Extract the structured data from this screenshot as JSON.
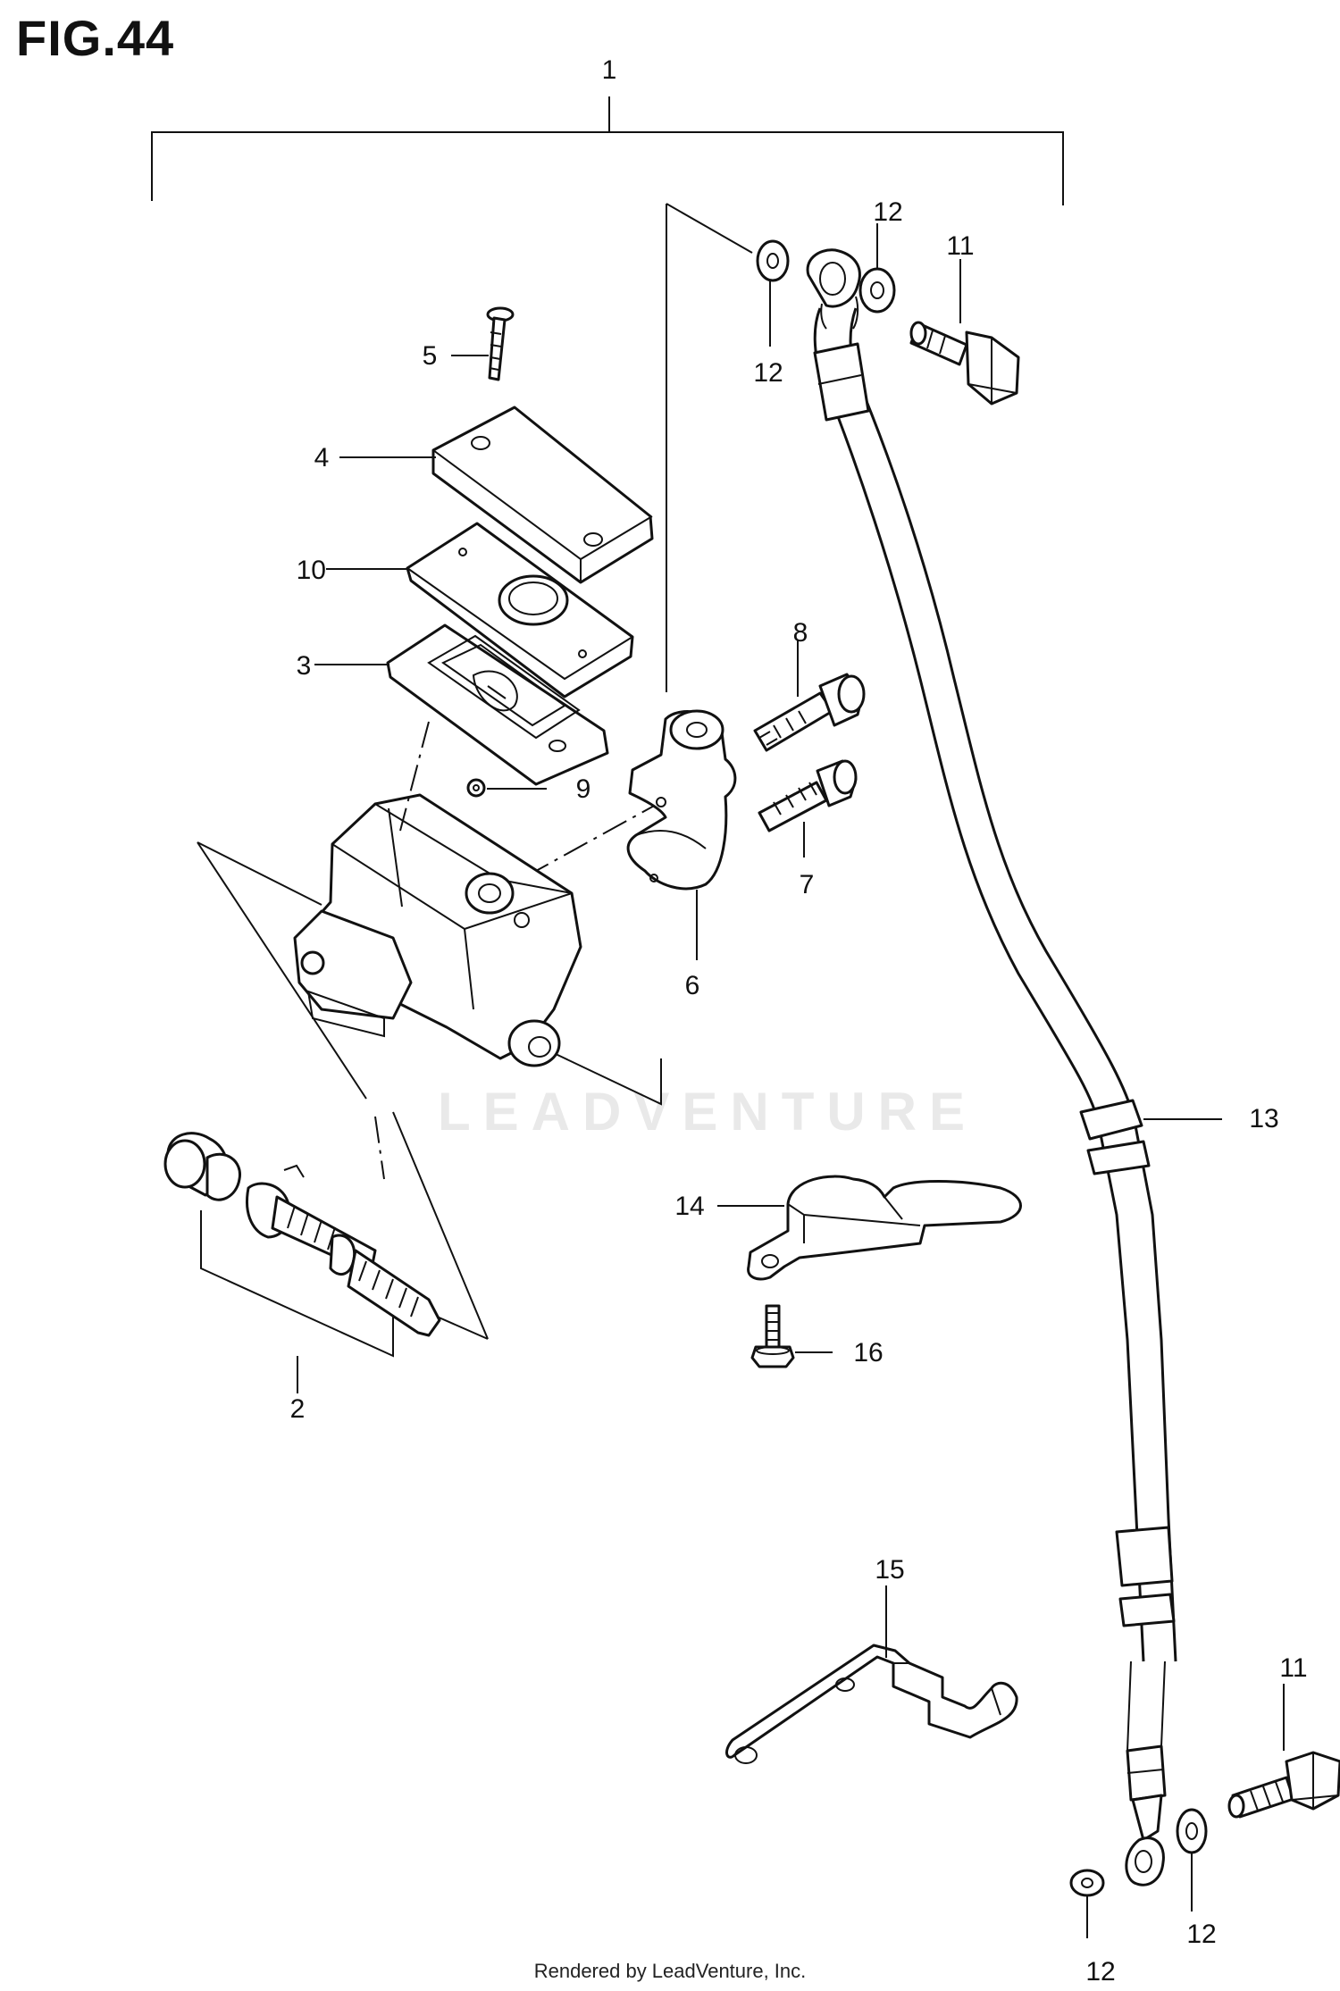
{
  "title": "FIG.44",
  "watermark": "LEADVENTURE",
  "footer": "Rendered by LeadVenture, Inc.",
  "callouts": {
    "c1": "1",
    "c2": "2",
    "c3": "3",
    "c4": "4",
    "c5": "5",
    "c6": "6",
    "c7": "7",
    "c8": "8",
    "c9": "9",
    "c10": "10",
    "c11a": "11",
    "c11b": "11",
    "c12a": "12",
    "c12b": "12",
    "c12c": "12",
    "c12d": "12",
    "c13": "13",
    "c14": "14",
    "c15": "15",
    "c16": "16"
  }
}
